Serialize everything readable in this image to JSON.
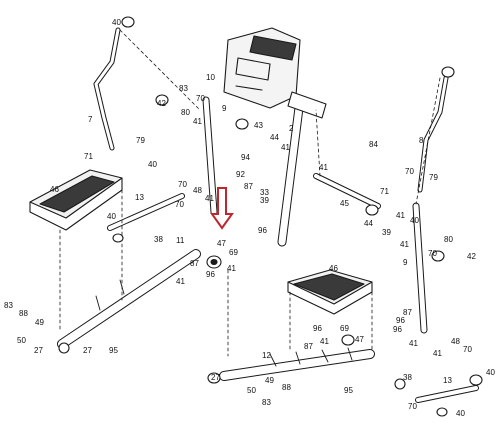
{
  "diagram": {
    "part_labels": [
      "40",
      "10",
      "83",
      "42",
      "80",
      "70",
      "9",
      "41",
      "7",
      "79",
      "71",
      "43",
      "2",
      "44",
      "84",
      "94",
      "41",
      "8",
      "40",
      "41",
      "92",
      "87",
      "33",
      "39",
      "70",
      "71",
      "79",
      "46",
      "13",
      "70",
      "48",
      "40",
      "41",
      "45",
      "44",
      "70",
      "39",
      "96",
      "41",
      "40",
      "80",
      "38",
      "11",
      "47",
      "69",
      "42",
      "87",
      "96",
      "41",
      "70",
      "9",
      "46",
      "83",
      "88",
      "49",
      "50",
      "27",
      "87",
      "96",
      "95",
      "41",
      "96",
      "41",
      "69",
      "47",
      "87",
      "48",
      "70",
      "12",
      "27",
      "38",
      "40",
      "41",
      "96",
      "40",
      "50",
      "49",
      "88",
      "13",
      "83",
      "95",
      "27",
      "70",
      "41",
      "41"
    ],
    "arrow_color": "#c0262d",
    "line_color": "#1a1a1a"
  }
}
